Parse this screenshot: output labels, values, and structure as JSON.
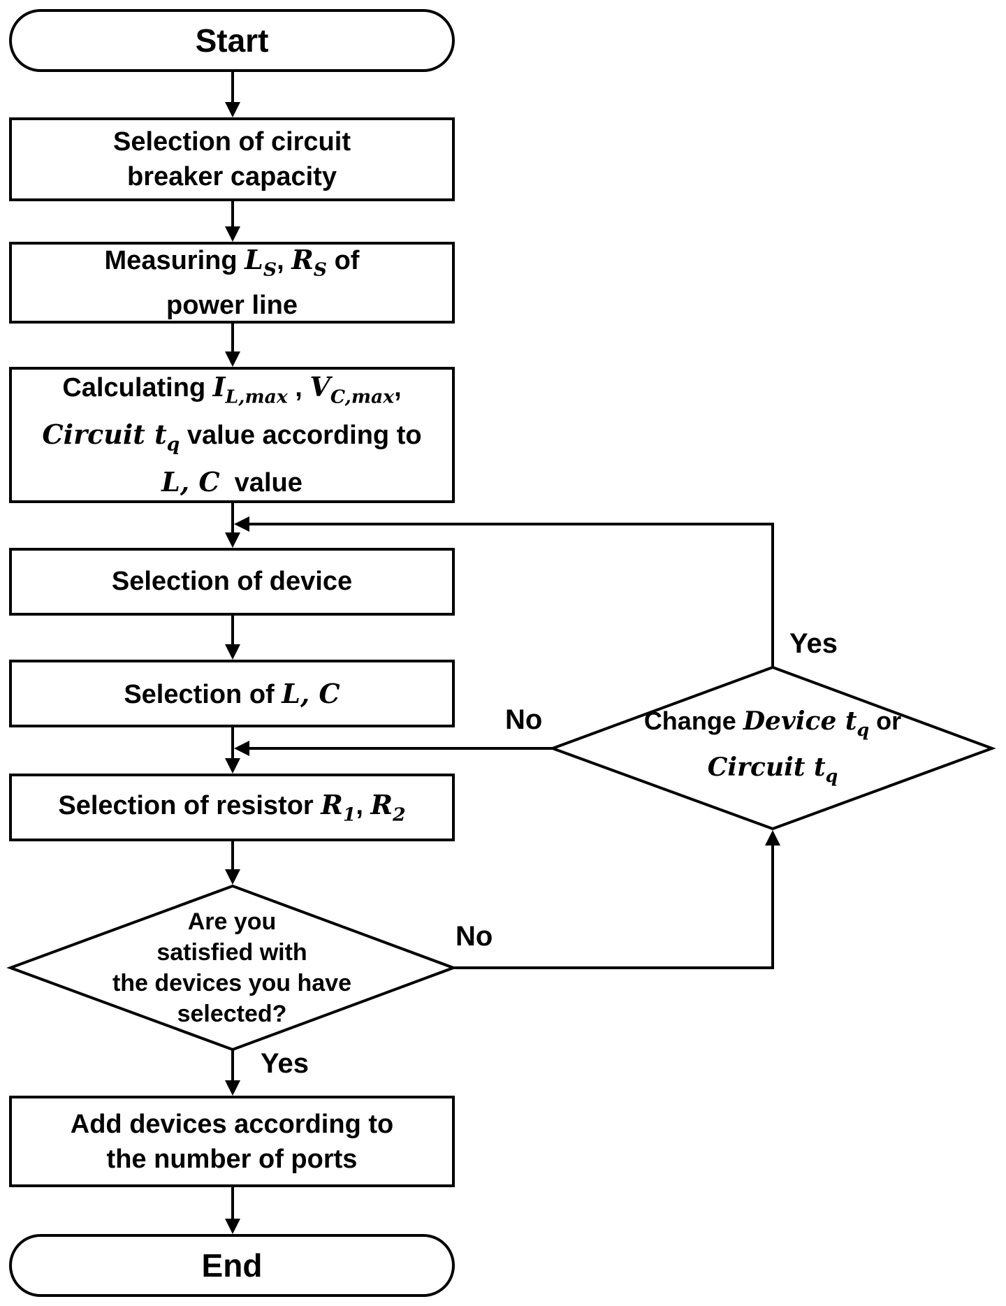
{
  "nodes": {
    "start": {
      "text": "Start"
    },
    "breaker": {
      "line1": "Selection of circuit",
      "line2": "breaker capacity"
    },
    "measure": {
      "prefix": "Measuring ",
      "ls": "L",
      "ls_sub": "S",
      "sep": ", ",
      "rs": "R",
      "rs_sub": "S",
      "suffix": " of",
      "line2": "power line"
    },
    "calc": {
      "prefix": "Calculating ",
      "il": "I",
      "il_sub": "L,max",
      "sep1": " , ",
      "vc": "V",
      "vc_sub": "C,max",
      "comma": ",",
      "circuit": "Circuit t",
      "circuit_sub": "q",
      "mid": " value according to",
      "lc": "L, C",
      "suffix": "  value"
    },
    "device": {
      "text": "Selection of device"
    },
    "lc": {
      "prefix": "Selection of ",
      "math": "L, C"
    },
    "resistor": {
      "prefix": "Selection of resistor ",
      "r1": "R",
      "r1_sub": "1",
      "sep": ", ",
      "r2": "R",
      "r2_sub": "2"
    },
    "satisfied": {
      "line1": "Are you",
      "line2": "satisfied with",
      "line3": "the devices you have",
      "line4": "selected?"
    },
    "change": {
      "prefix": "Change ",
      "device": "Device t",
      "device_sub": "q",
      "or": " or",
      "circuit": "Circuit t",
      "circuit_sub": "q"
    },
    "add": {
      "line1": "Add devices according to",
      "line2": "the number of ports"
    },
    "end": {
      "text": "End"
    }
  },
  "edges": {
    "satisfied_yes": "Yes",
    "satisfied_no": "No",
    "change_yes": "Yes",
    "change_no": "No"
  }
}
